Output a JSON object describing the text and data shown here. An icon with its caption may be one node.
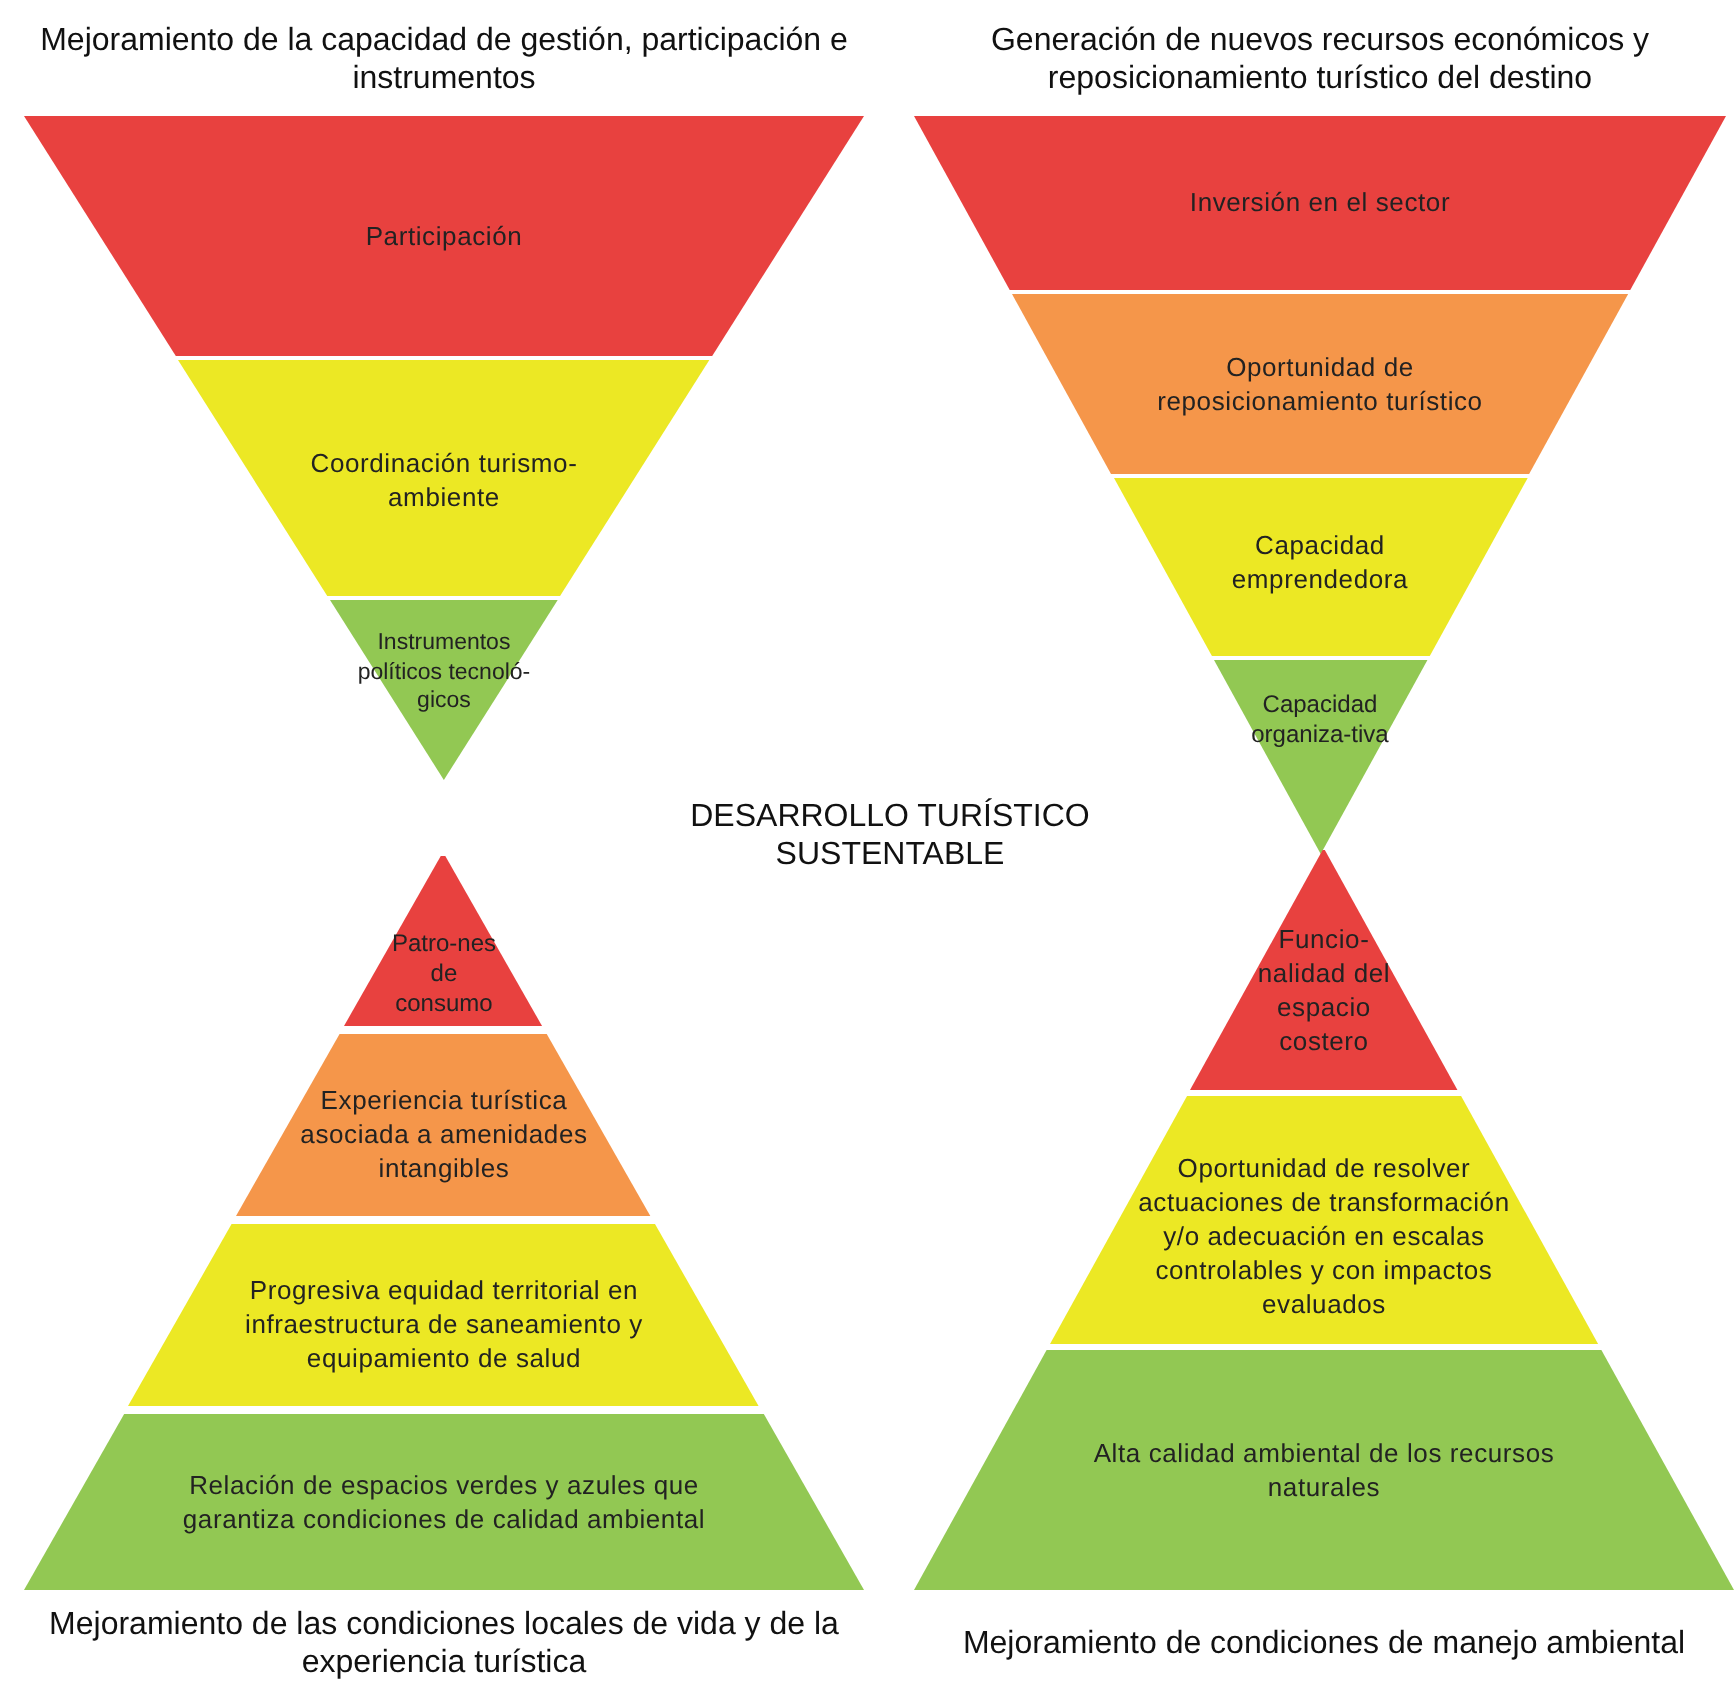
{
  "diagram": {
    "nodes": [
      {
        "text": [
          "Participación"
        ]
      },
      {
        "text": [
          "Coordinación turismo-ambiente"
        ]
      },
      {
        "text": [
          "Instrumentos políticos tecnoló-gicos"
        ]
      },
      {
        "text": [
          "Inversión en el sector"
        ]
      },
      {
        "text": [
          "Oportunidad de reposicionamiento turístico"
        ]
      },
      {
        "text": [
          "Capacidad emprendedora"
        ]
      },
      {
        "text": [
          "Capacidad organiza-tiva"
        ]
      },
      {
        "text": [
          "Patro-nes de consumo"
        ]
      },
      {
        "text": [
          "Experiencia turística asociada a amenidades intangibles"
        ]
      },
      {
        "text": [
          "Progresiva equidad territorial en infraestructura de saneamiento y equipamiento de salud"
        ]
      },
      {
        "text": [
          "Relación de espacios verdes y azules que garantiza condiciones de calidad ambiental"
        ]
      },
      {
        "text": [
          "Funcio-nalidad del espacio costero"
        ]
      },
      {
        "text": [
          "Oportunidad de resolver actuaciones de transformación y/o adecuación en escalas controlables y con impactos evaluados"
        ]
      },
      {
        "text": [
          "Alta calidad ambiental de los recursos naturales"
        ]
      }
    ],
    "edges": [],
    "labels": [
      "Mejoramiento de la capacidad de gestión, participación e instrumentos",
      "Generación de nuevos recursos económicos y reposicionamiento turístico del destino",
      "DESARROLLO TURÍSTICO SUSTENTABLE",
      "Mejoramiento de las condiciones locales de vida y de la experiencia turística",
      "Mejoramiento de condiciones de manejo ambiental"
    ]
  }
}
